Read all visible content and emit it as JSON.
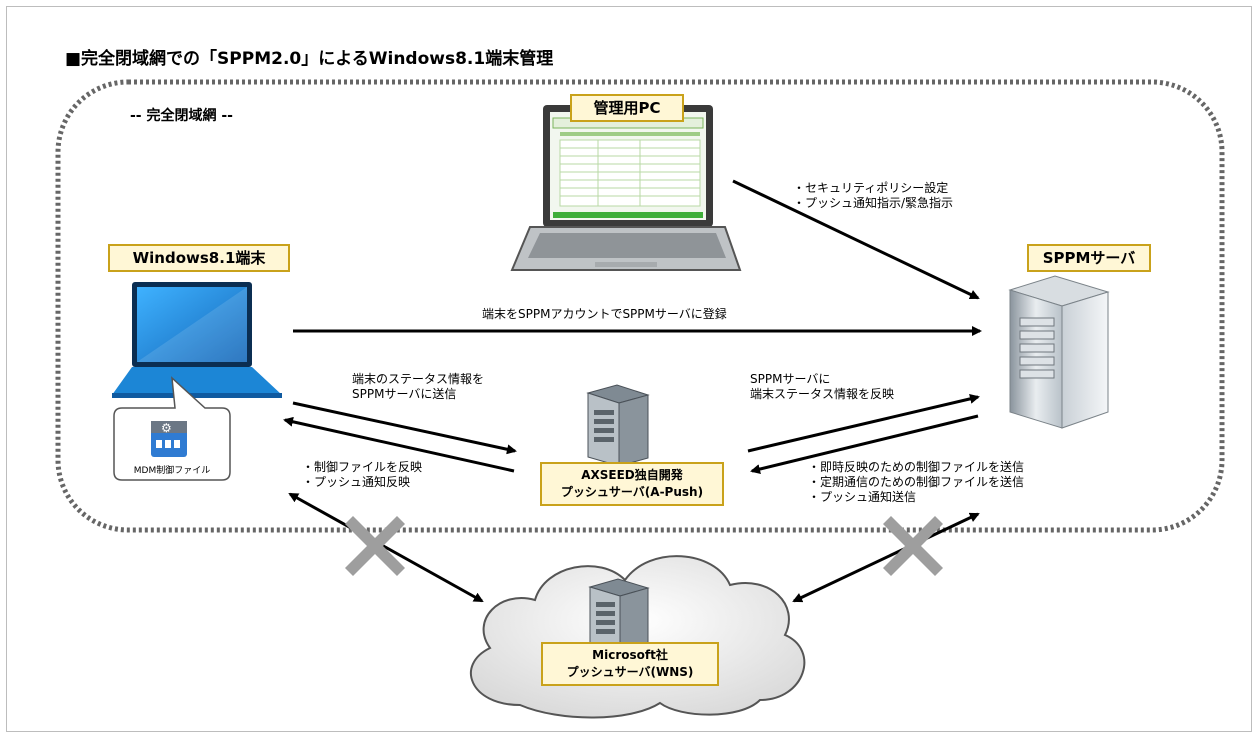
{
  "title": "■完全閉域網での「SPPM2.0」によるWindows8.1端末管理",
  "zone_label": "-- 完全閉域網 --",
  "nodes": {
    "admin_pc": "管理用PC",
    "windows_terminal": "Windows8.1端末",
    "sppm_server": "SPPMサーバ",
    "apush_server_line1": "AXSEED独自開発",
    "apush_server_line2": "プッシュサーバ(A-Push)",
    "wns_server_line1": "Microsoft社",
    "wns_server_line2": "プッシュサーバ(WNS)",
    "mdm_file": "MDM制御ファイル"
  },
  "labels": {
    "admin_line1": "・セキュリティポリシー設定",
    "admin_line2": "・プッシュ通知指示/緊急指示",
    "register": "端末をSPPMアカウントでSPPMサーバに登録",
    "status_line1": "端末のステータス情報を",
    "status_line2": "SPPMサーバに送信",
    "reflect_line1": "SPPMサーバに",
    "reflect_line2": "端末ステータス情報を反映",
    "terminal_line1": "・制御ファイルを反映",
    "terminal_line2": "・プッシュ通知反映",
    "server_line1": "・即時反映のための制御ファイルを送信",
    "server_line2": "・定期通信のための制御ファイルを送信",
    "server_line3": "・プッシュ通知送信"
  },
  "colors": {
    "box_border": "#c9a21b",
    "box_fill": "#fff7d6",
    "arrow": "#000000",
    "cross": "#9e9e9e",
    "laptop_blue": "#1c86d6",
    "cloud": "#d9d9d9"
  }
}
